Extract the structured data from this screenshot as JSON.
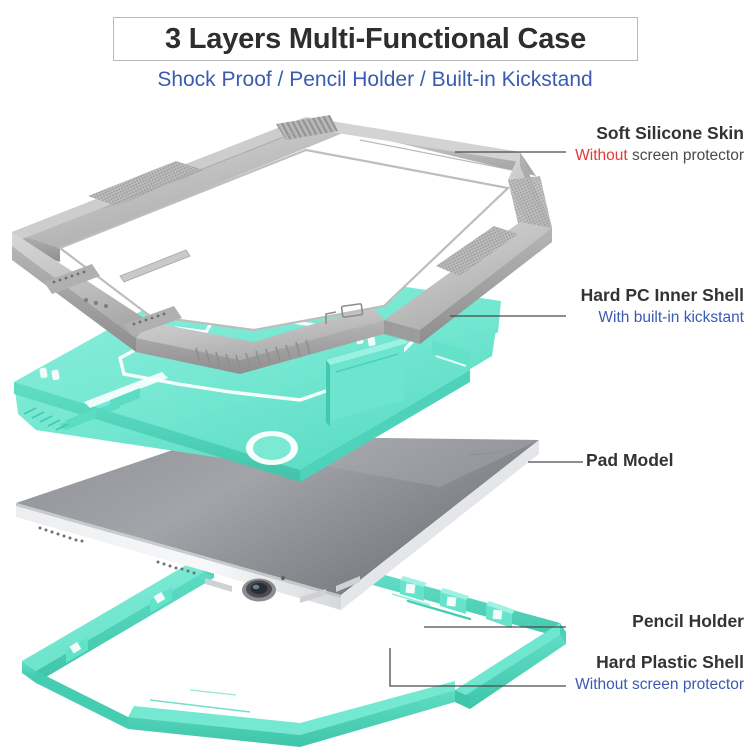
{
  "header": {
    "title": "3 Layers Multi-Functional Case",
    "subtitle": "Shock Proof / Pencil Holder / Built-in Kickstand"
  },
  "colors": {
    "title_text": "#2e2e2e",
    "title_border": "#b9b9b9",
    "subtitle_blue": "#3a5bb0",
    "warning_red": "#e03b34",
    "teal_shell": "#7ce9d4",
    "teal_shell_dark": "#4fd6bc",
    "silicone_gray": "#c6c6c6",
    "silicone_gray_dark": "#9a9a9a",
    "tablet_gray": "#9fa1a6",
    "leader_line": "#4a4a4a",
    "background": "#ffffff"
  },
  "callouts": [
    {
      "id": "soft-silicone-skin",
      "caption": "Soft Silicone Skin",
      "sub_warn": "Without",
      "sub_rest": " screen protector",
      "sub_style": "warn"
    },
    {
      "id": "hard-pc-inner-shell",
      "caption": "Hard PC Inner Shell",
      "sub": "With built-in kickstant",
      "sub_style": "blue"
    },
    {
      "id": "pad-model",
      "caption": "Pad Model",
      "sub": "",
      "sub_style": "none"
    },
    {
      "id": "pencil-holder",
      "caption": "Pencil Holder",
      "sub": "",
      "sub_style": "none"
    },
    {
      "id": "hard-plastic-shell",
      "caption": "Hard Plastic Shell",
      "sub": "Without screen protector",
      "sub_style": "blue"
    }
  ],
  "layers": [
    {
      "id": "layer-silicone-skin",
      "name": "Soft Silicone Skin",
      "material": "silicone",
      "color": "#c6c6c6"
    },
    {
      "id": "layer-pc-inner-shell",
      "name": "Hard PC Inner Shell",
      "material": "polycarbonate",
      "color": "#7ce9d4"
    },
    {
      "id": "layer-pad-model",
      "name": "Pad Model",
      "material": "tablet",
      "color": "#9fa1a6"
    },
    {
      "id": "layer-plastic-shell",
      "name": "Hard Plastic Shell",
      "material": "plastic",
      "color": "#6fe3cd"
    }
  ]
}
